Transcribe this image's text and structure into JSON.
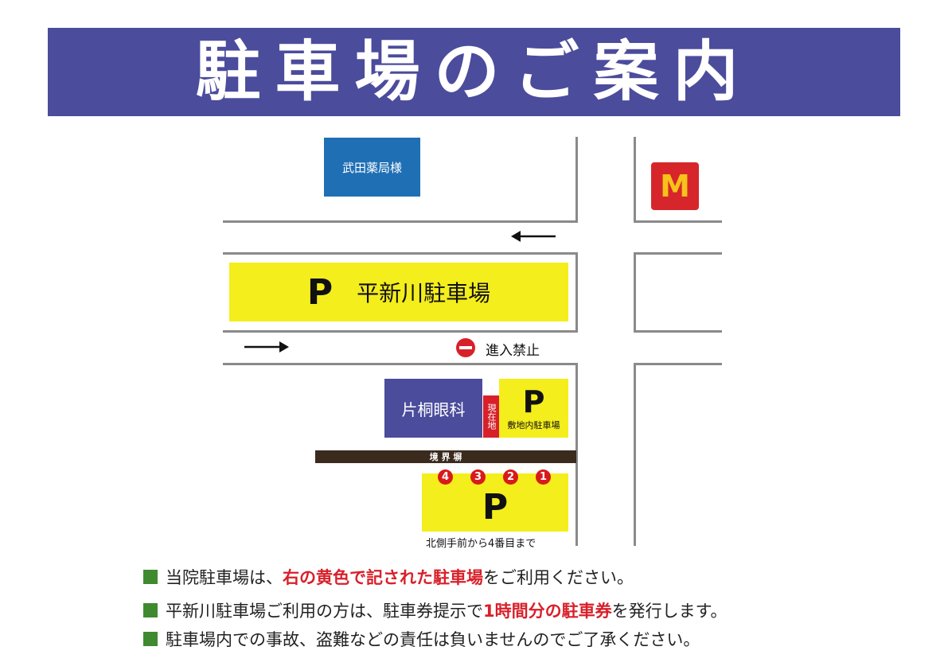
{
  "title": "駐車場のご案内",
  "map": {
    "pharmacy": "武田薬局様",
    "mcdonalds_logo": "M",
    "heishinkawa_p": "P",
    "heishinkawa_name": "平新川駐車場",
    "no_entry": "進入禁止",
    "clinic": "片桐眼科",
    "current_location": "現在地",
    "onsite_p": "P",
    "onsite_label": "敷地内駐車場",
    "wall": "境 界 塀",
    "spaces": [
      "4",
      "3",
      "2",
      "1"
    ],
    "lot_p": "P",
    "lot_caption": "北側手前から4番目まで"
  },
  "notes": [
    {
      "a": "当院駐車場は、",
      "b": "右の黄色で記された駐車場",
      "c": "をご利用ください。"
    },
    {
      "a": "平新川駐車場ご利用の方は、駐車券提示で",
      "b": "1時間分の駐車券",
      "c": "を発行します。"
    },
    {
      "a": "駐車場内での事故、盗難などの責任は負いませんのでご了承ください。",
      "b": "",
      "c": ""
    }
  ],
  "colors": {
    "banner": "#4b4c9c",
    "yellow": "#f4ee1c",
    "red": "#d8202a",
    "pharmacy": "#1f6fb5"
  }
}
